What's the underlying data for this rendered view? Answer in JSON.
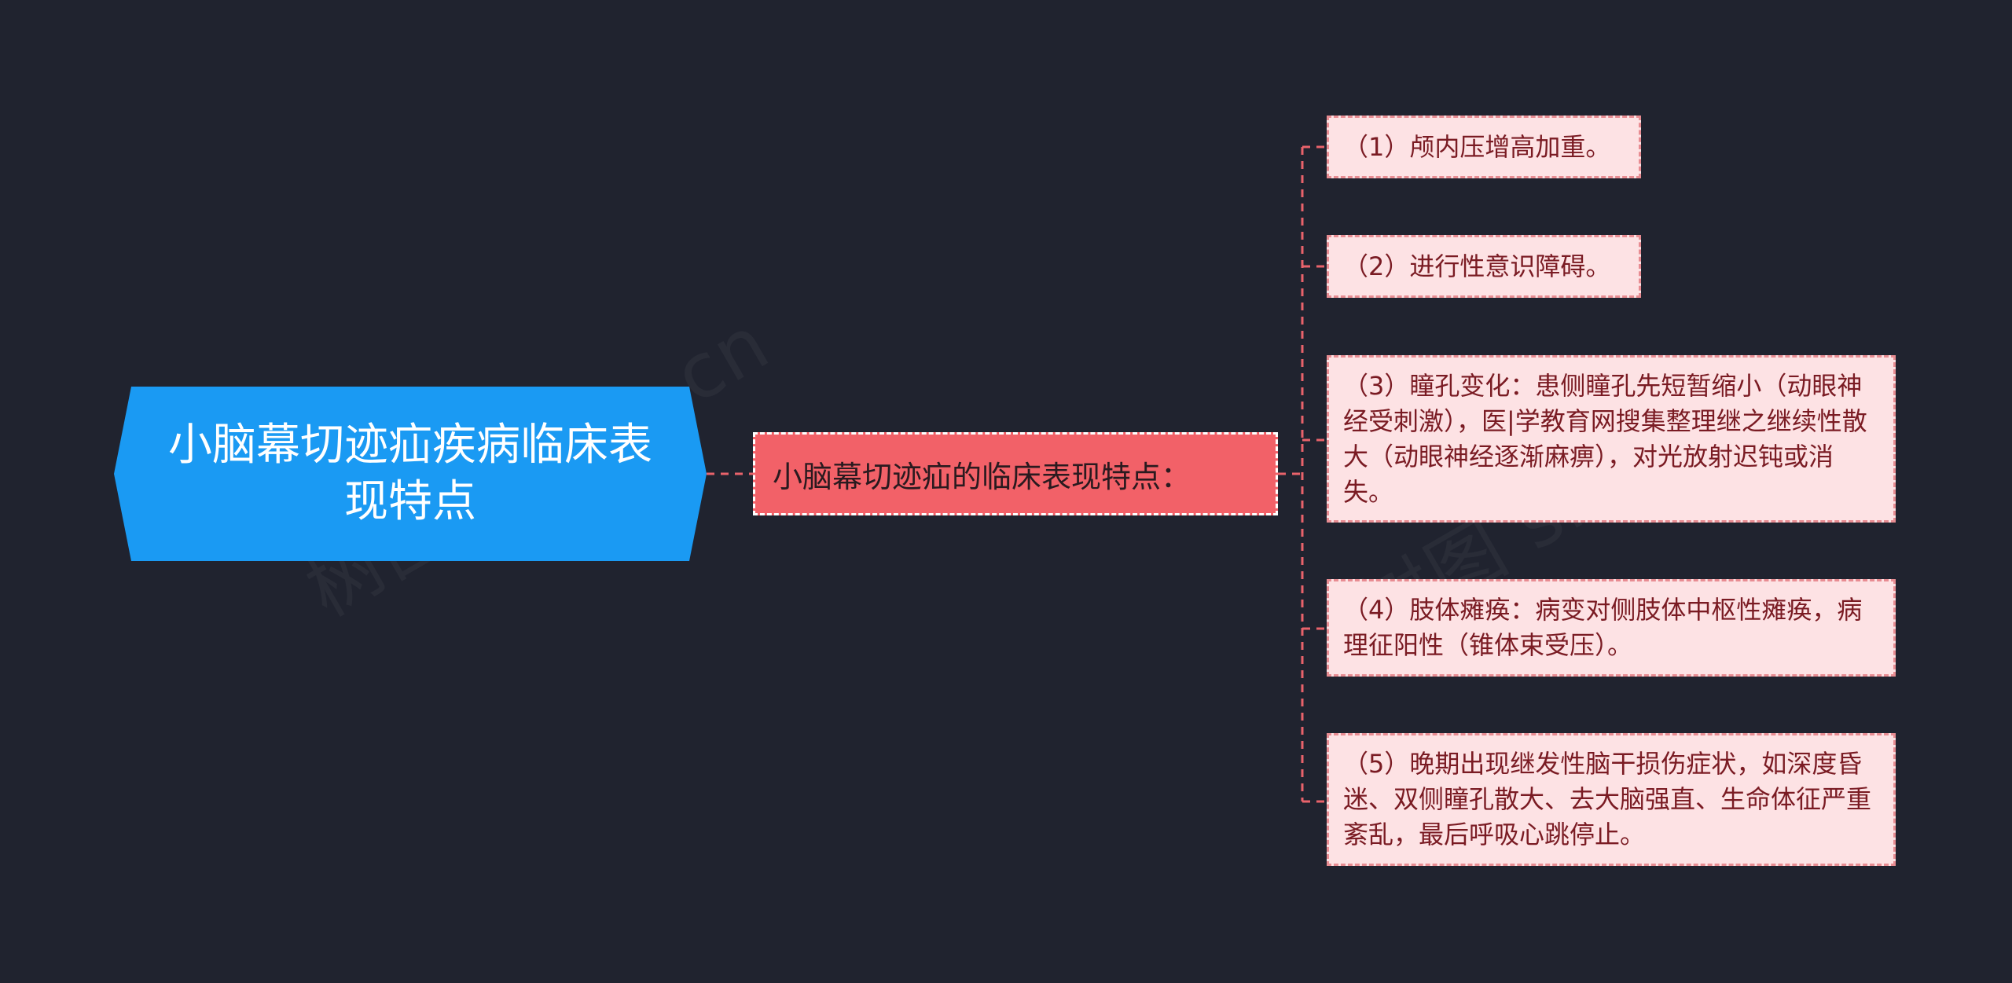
{
  "colors": {
    "background": "#20232f",
    "root_fill": "#1a9af3",
    "mid_fill": "#f26168",
    "leaf_fill": "#fde2e4",
    "leaf_text": "#7a1b23",
    "connector": "#e9636b"
  },
  "watermark": "树图 shutu.cn",
  "root": {
    "label": "小脑幕切迹疝疾病临床表现特点"
  },
  "branch": {
    "label": "小脑幕切迹疝的临床表现特点："
  },
  "leaves": [
    {
      "text": "（1）颅内压增高加重。"
    },
    {
      "text": "（2）进行性意识障碍。"
    },
    {
      "text": "（3）瞳孔变化：患侧瞳孔先短暂缩小（动眼神经受刺激），医|学教育网搜集整理继之继续性散大（动眼神经逐渐麻痹），对光放射迟钝或消失。"
    },
    {
      "text": "（4）肢体瘫痪：病变对侧肢体中枢性瘫痪，病理征阳性（锥体束受压）。"
    },
    {
      "text": "（5）晚期出现继发性脑干损伤症状，如深度昏迷、双侧瞳孔散大、去大脑强直、生命体征严重紊乱，最后呼吸心跳停止。"
    }
  ]
}
